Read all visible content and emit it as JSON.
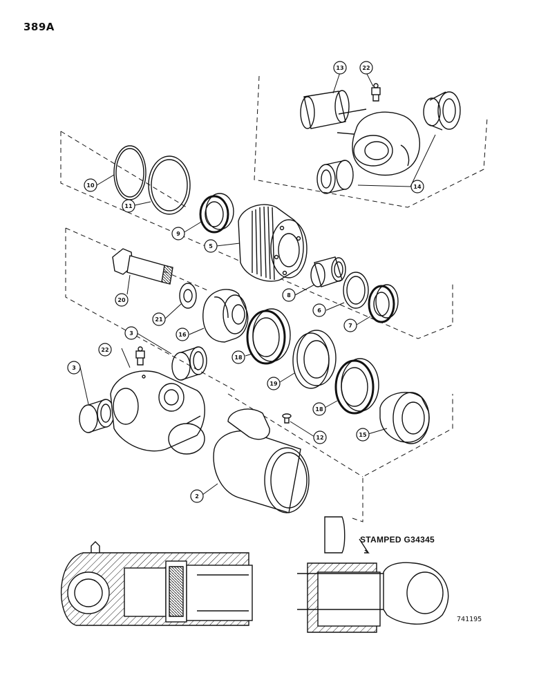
{
  "page_number": "389A",
  "figure_number": "741195",
  "stamp_label": "STAMPED G34345",
  "callouts": [
    {
      "id": "c13",
      "label": "13"
    },
    {
      "id": "c22a",
      "label": "22"
    },
    {
      "id": "c10",
      "label": "10"
    },
    {
      "id": "c11",
      "label": "11"
    },
    {
      "id": "c9",
      "label": "9"
    },
    {
      "id": "c5",
      "label": "5"
    },
    {
      "id": "c14",
      "label": "14"
    },
    {
      "id": "c20",
      "label": "20"
    },
    {
      "id": "c21",
      "label": "21"
    },
    {
      "id": "c16",
      "label": "16"
    },
    {
      "id": "c8",
      "label": "8"
    },
    {
      "id": "c6",
      "label": "6"
    },
    {
      "id": "c7",
      "label": "7"
    },
    {
      "id": "c3a",
      "label": "3"
    },
    {
      "id": "c22b",
      "label": "22"
    },
    {
      "id": "c18a",
      "label": "18"
    },
    {
      "id": "c19",
      "label": "19"
    },
    {
      "id": "c3b",
      "label": "3"
    },
    {
      "id": "c18b",
      "label": "18"
    },
    {
      "id": "c12",
      "label": "12"
    },
    {
      "id": "c15",
      "label": "15"
    },
    {
      "id": "c2",
      "label": "2"
    }
  ]
}
